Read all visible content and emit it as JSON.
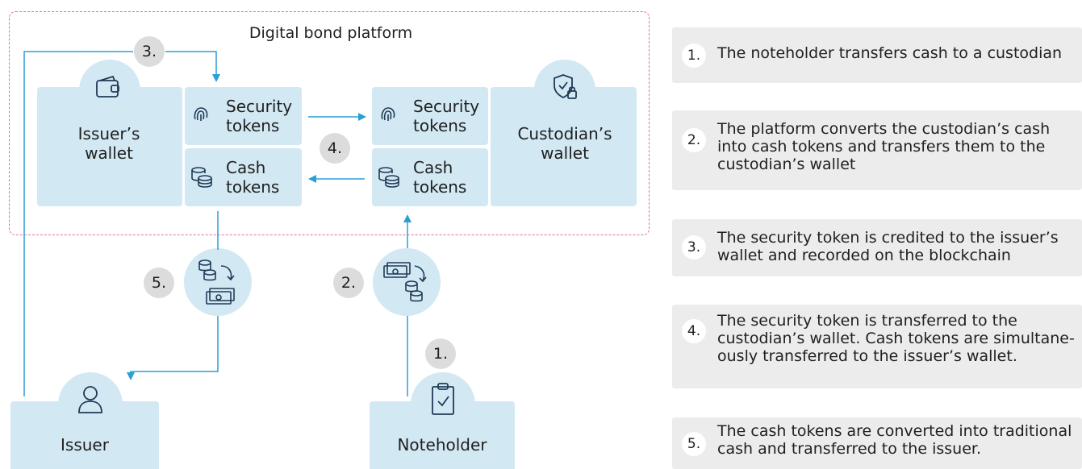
{
  "diagram": {
    "platform_title": "Digital bond platform",
    "issuer_wallet": "Issuer’s\nwallet",
    "custodian_wallet": "Custodian’s\nwallet",
    "security_tokens": "Security\ntokens",
    "cash_tokens": "Cash\ntokens",
    "issuer": "Issuer",
    "noteholder": "Noteholder",
    "badges": {
      "b1": "1.",
      "b2": "2.",
      "b3": "3.",
      "b4": "4.",
      "b5": "5."
    }
  },
  "steps": [
    {
      "number": "1.",
      "text": "The noteholder transfers cash to a custodian"
    },
    {
      "number": "2.",
      "text": "The platform converts the custodian’s cash into cash tokens and transfers them to the custodian’s wallet"
    },
    {
      "number": "3.",
      "text": "The security token is credited to the issuer’s wallet and recorded on the blockchain"
    },
    {
      "number": "4.",
      "text": "The security token is transferred to the custodian’s wallet. Cash tokens are simultane-ously transferred to the issuer’s wallet."
    },
    {
      "number": "5.",
      "text": "The cash tokens are converted into traditional cash and transferred to the issuer."
    }
  ],
  "colors": {
    "box": "#d2e8f3",
    "line": "#2a9fd6",
    "frame": "#d9709a",
    "badge": "#dcdcdc",
    "step_bg": "#ececec"
  }
}
